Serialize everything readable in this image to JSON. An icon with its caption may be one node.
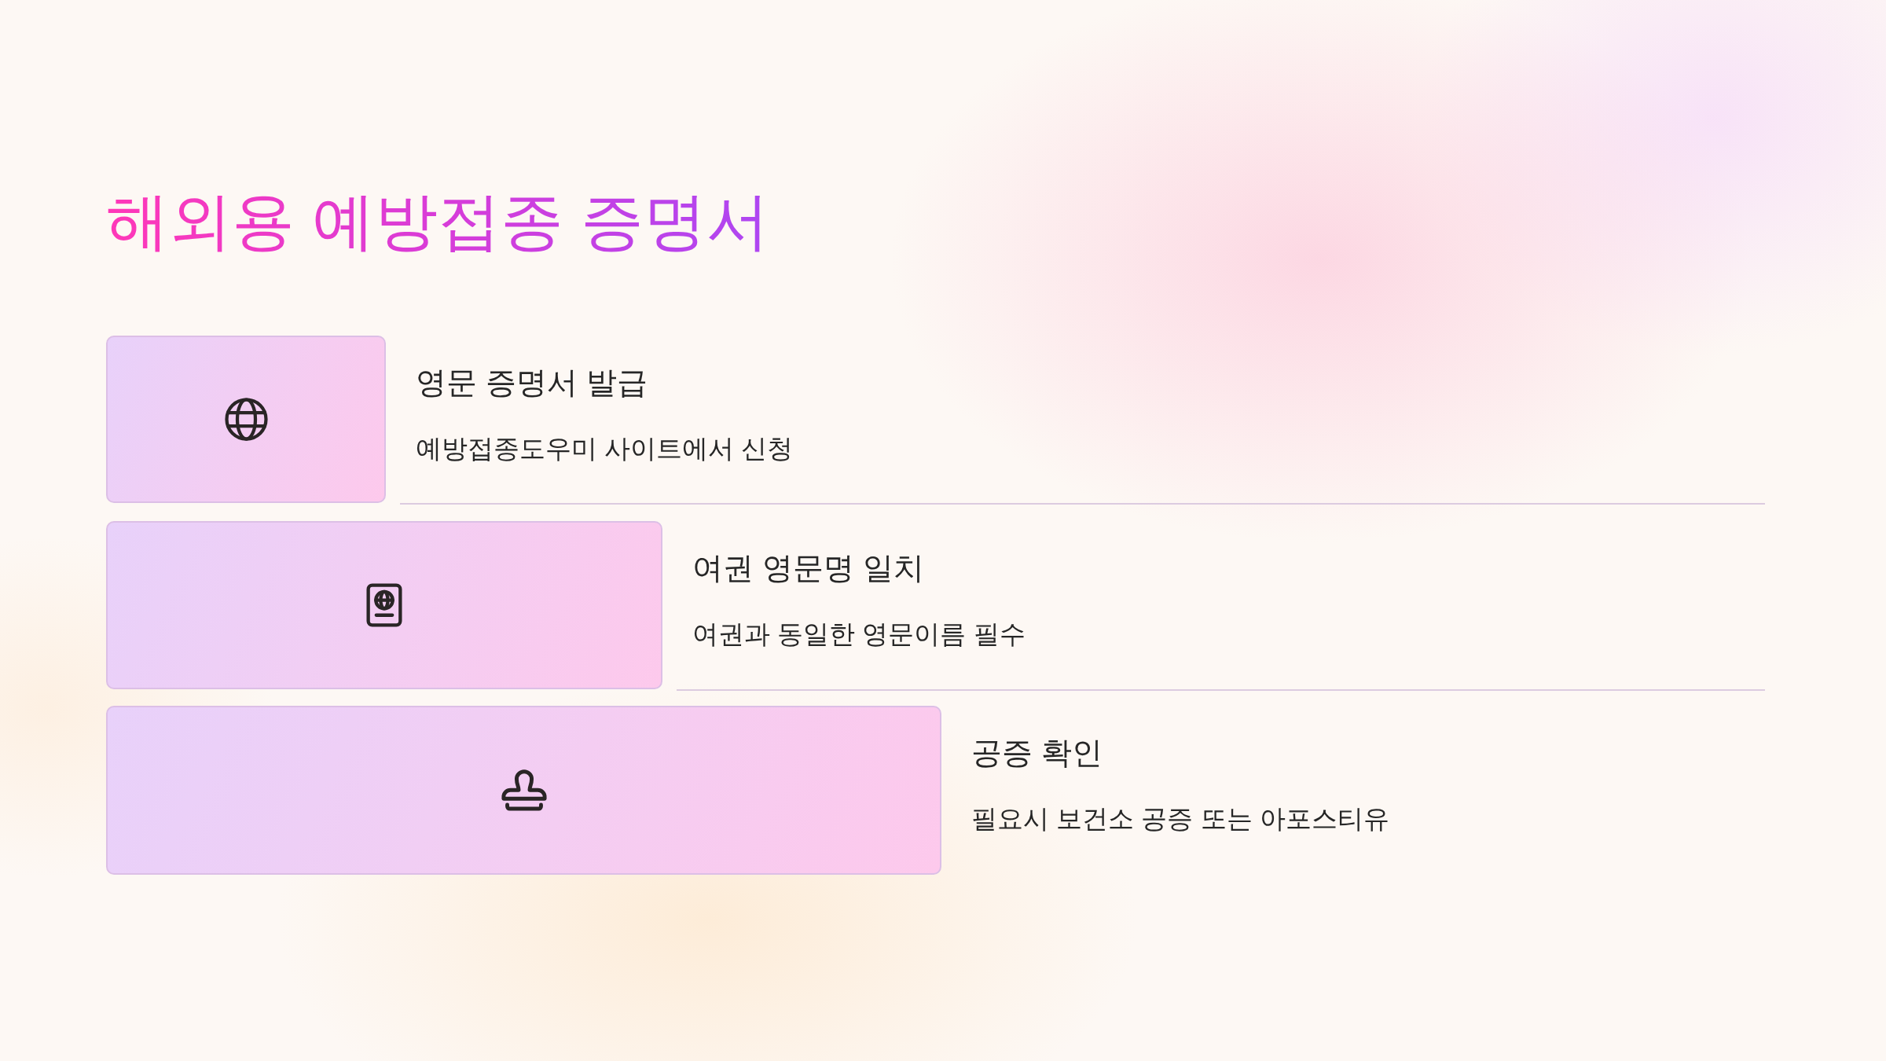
{
  "diagram": {
    "title": "해외용 예방접종 증명서",
    "nodes": [
      {
        "text": [],
        "shape": "box",
        "beside": [
          "영문 증명서 발급",
          "예방접종도우미 사이트에서 신청"
        ]
      },
      {
        "text": [],
        "shape": "box",
        "beside": [
          "여권 영문명 일치",
          "여권과 동일한 영문이름 필수"
        ]
      },
      {
        "text": [],
        "shape": "box",
        "beside": [
          "공증 확인",
          "필요시 보건소 공증 또는 아포스티유"
        ]
      }
    ]
  }
}
